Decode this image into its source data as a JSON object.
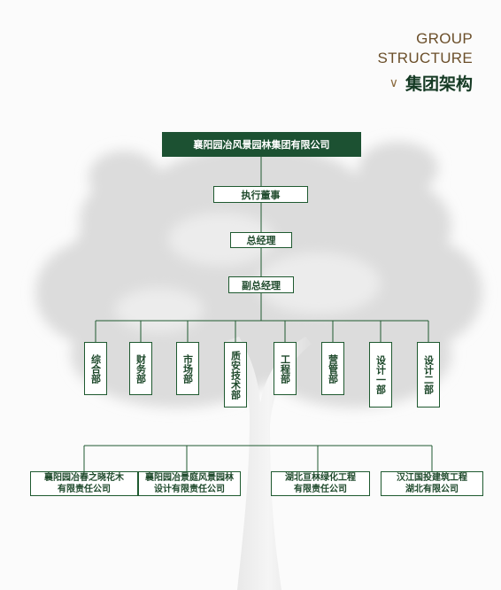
{
  "header": {
    "title_en_line1": "GROUP",
    "title_en_line2": "STRUCTURE",
    "title_cn": "集团架构",
    "chevron_icon": "chevron-down-icon"
  },
  "org": {
    "root": "襄阳园冶风景园林集团有限公司",
    "chairman": "执行董事",
    "gm": "总经理",
    "deputy_gm": "副总经理",
    "departments": [
      "综合部",
      "财务部",
      "市场部",
      "质安技术部",
      "工程部",
      "营管部",
      "设计一部",
      "设计二部"
    ],
    "subsidiaries": [
      "襄阳园冶春之晓花木\n有限责任公司",
      "襄阳园冶景庭风景园林\n设计有限责任公司",
      "湖北亘林绿化工程\n有限责任公司",
      "汉江国投建筑工程\n湖北有限公司"
    ]
  },
  "colors": {
    "dark_green": "#1c5132",
    "line_green": "#1f5a30",
    "title_brown": "#6b4f2a",
    "title_green": "#153a24"
  }
}
